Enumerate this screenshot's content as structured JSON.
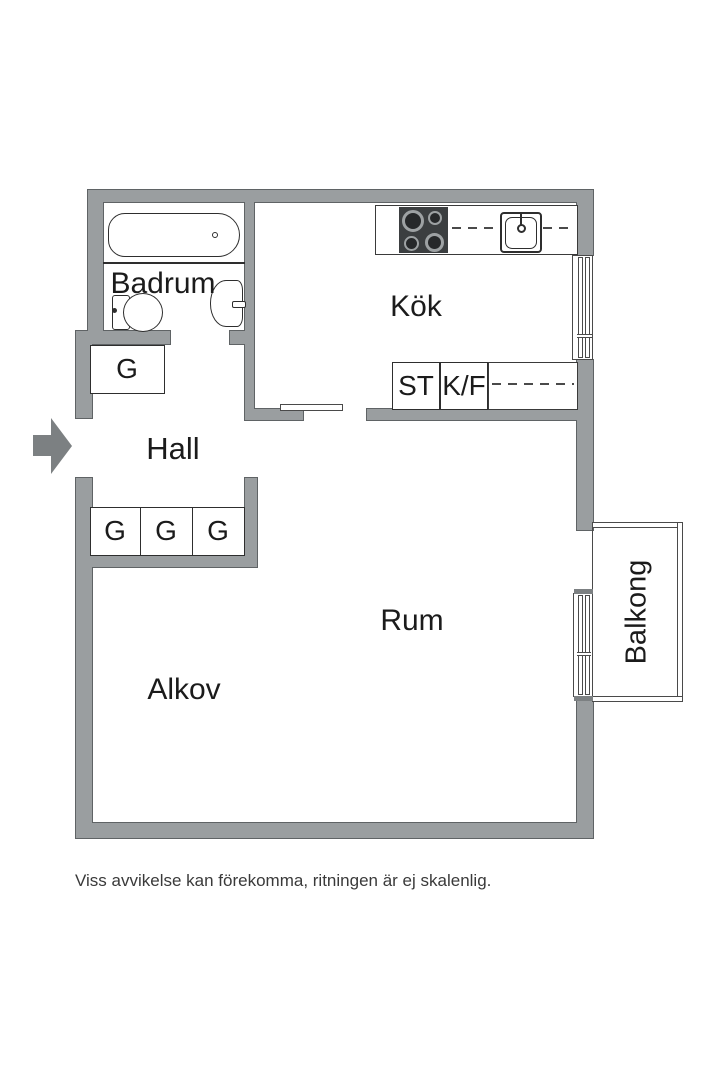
{
  "floorplan": {
    "rooms": {
      "badrum": "Badrum",
      "kok": "Kök",
      "hall": "Hall",
      "rum": "Rum",
      "alkov": "Alkov",
      "balkong": "Balkong"
    },
    "storage": {
      "g_hall": "G",
      "g1": "G",
      "g2": "G",
      "g3": "G",
      "st": "ST",
      "kf": "K/F"
    },
    "footer": "Viss avvikelse kan förekomma, ritningen är ej skalenlig.",
    "colors": {
      "wall": "#9a9ea0",
      "wall_outline": "#5f6365",
      "entrance_arrow": "#7c8082",
      "fixture_line": "#2e2e2e",
      "text": "#1b1b1b"
    }
  }
}
